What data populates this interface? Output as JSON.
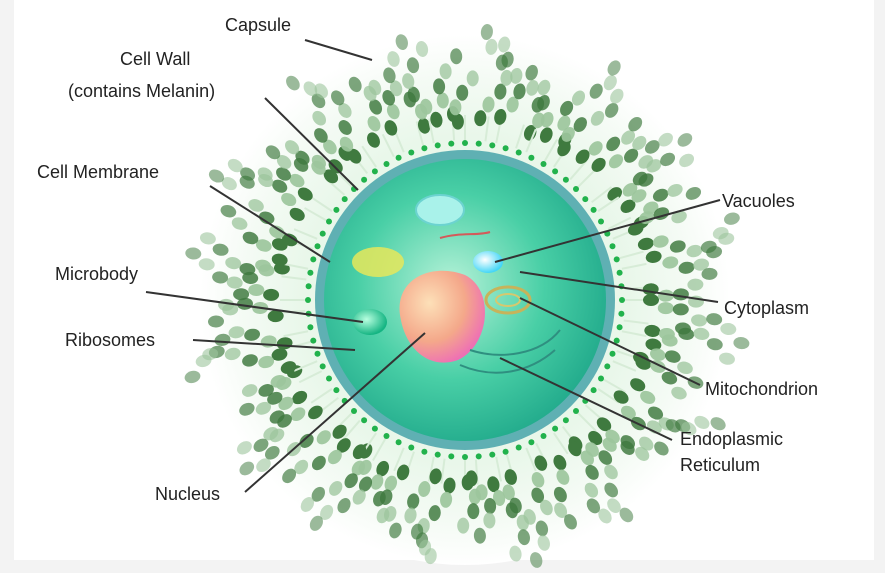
{
  "labels": {
    "capsule": "Capsule",
    "cell_wall": "Cell Wall",
    "cell_wall_note": "(contains Melanin)",
    "cell_membrane": "Cell Membrane",
    "microbody": "Microbody",
    "ribosomes": "Ribosomes",
    "nucleus": "Nucleus",
    "vacuoles": "Vacuoles",
    "cytoplasm": "Cytoplasm",
    "mitochondrion": "Mitochondrion",
    "endoplasmic_reticulum_line1": "Endoplasmic",
    "endoplasmic_reticulum_line2": "Reticulum"
  },
  "colors": {
    "capsule_dark": "#3f7a3f",
    "capsule_light": "#9cc59c",
    "membrane_dots": "#22b24c",
    "cytoplasm": "#34c7a2",
    "cell_wall": "#6fb6b6",
    "nucleus": "#f3a98a",
    "vacuole": "#5fe0ff",
    "leader_line": "#333333"
  }
}
